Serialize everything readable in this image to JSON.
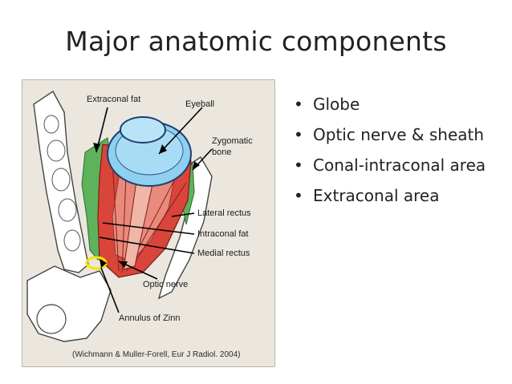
{
  "slide": {
    "title": "Major anatomic components"
  },
  "figure": {
    "labels": {
      "extraconal_fat": "Extraconal fat",
      "eyeball": "Eyeball",
      "zygomatic_bone_line1": "Zygomatic",
      "zygomatic_bone_line2": "bone",
      "lateral_rectus": "Lateral rectus",
      "intraconal_fat": "Intraconal fat",
      "medial_rectus": "Medial rectus",
      "optic_nerve": "Optic nerve",
      "annulus_of_zinn": "Annulus of Zinn"
    },
    "caption": "(Wichmann & Muller-Forell, Eur J Radiol. 2004)",
    "colors": {
      "eyeball": "#8fd0f0",
      "muscle": "#d9453a",
      "intraconal_fat": "#e88a7c",
      "extraconal_fat": "#5fb25c",
      "annulus": "#f2e600",
      "bone": "#ffffff"
    }
  },
  "bullets": {
    "marker": "•",
    "items": [
      "Globe",
      "Optic nerve & sheath",
      "Conal-intraconal area",
      "Extraconal area"
    ]
  }
}
